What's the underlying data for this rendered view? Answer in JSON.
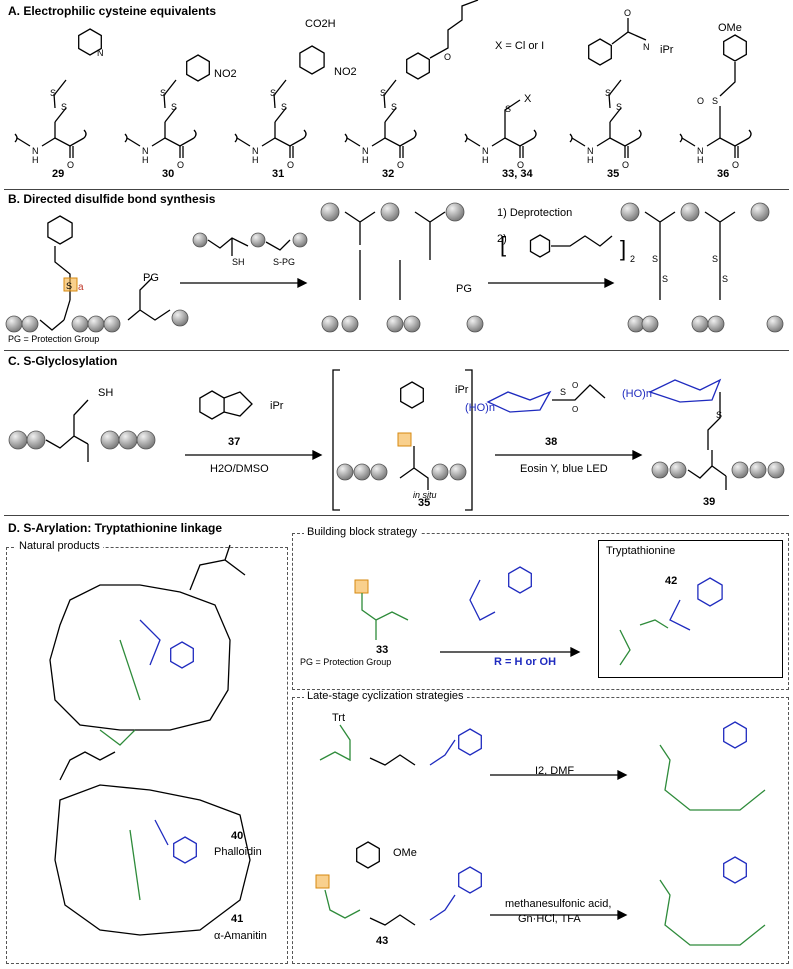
{
  "sectionA": {
    "title": "A. Electrophilic cysteine equivalents",
    "x_note": "X = Cl or I",
    "numbers": [
      "29",
      "30",
      "31",
      "32",
      "33, 34",
      "35",
      "36"
    ],
    "labels": {
      "no2": "NO2",
      "co2h": "CO2H",
      "ome": "OMe",
      "ipr": "iPr",
      "x": "X",
      "n": "N",
      "s": "S",
      "o": "O",
      "h": "H"
    }
  },
  "sectionB": {
    "title": "B. Directed disulfide bond synthesis",
    "pg_note": "PG = Protection Group",
    "step1": "1) Deprotection",
    "step2": "2)",
    "pg": "PG",
    "tag_a": "a",
    "reagent_sh": "SH",
    "reagent_spg": "S-PG"
  },
  "sectionC": {
    "title": "C. S-Glyclosylation",
    "reagent37": "37",
    "cond1": "H2O/DMSO",
    "int35": "35",
    "in_situ": "in situ",
    "reagent38": "38",
    "cond2": "Eosin Y, blue LED",
    "prod39": "39",
    "ho_n": "(HO)n",
    "sh": "SH",
    "ipr": "iPr"
  },
  "sectionD": {
    "title": "D. S-Arylation: Tryptathionine linkage",
    "natural_products": "Natural products",
    "building_block": "Building block strategy",
    "late_stage": "Late-stage cyclization strategies",
    "trypt_title": "Tryptathionine",
    "num40": "40",
    "name40": "Phalloidin",
    "num41": "41",
    "name41": "α-Amanitin",
    "num33": "33",
    "num42": "42",
    "num43": "43",
    "pg_note": "PG = Protection Group",
    "r_note": "R = H or OH",
    "cond_i2": "I2, DMF",
    "cond_msa1": "methanesulfonic acid,",
    "cond_msa2": "Gn·HCl, TFA",
    "trt": "Trt",
    "ome": "OMe"
  },
  "colors": {
    "green": "#2e8b3a",
    "blue": "#1f2bbf",
    "red": "#c0392b",
    "orange": "#f5b041",
    "ball": "#9a9a9a"
  }
}
